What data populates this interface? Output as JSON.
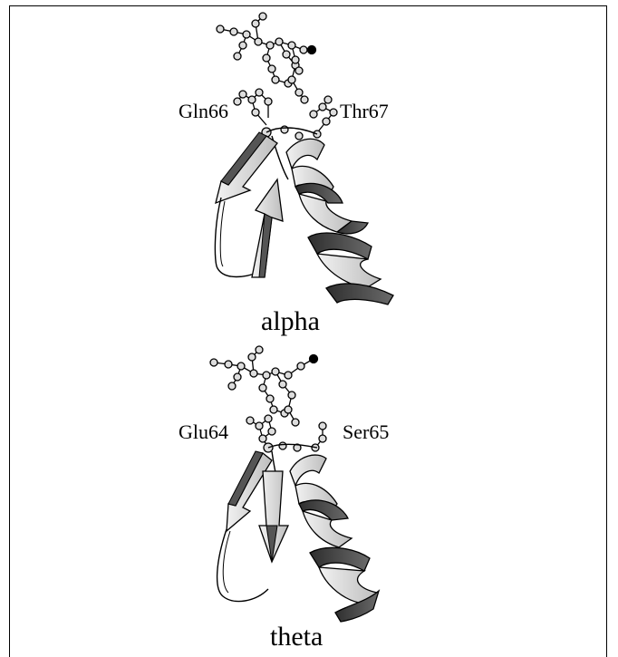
{
  "panels": [
    {
      "title": "alpha",
      "residues": [
        "Gln66",
        "Thr67"
      ]
    },
    {
      "title": "theta",
      "residues": [
        "Glu64",
        "Ser65"
      ]
    }
  ],
  "colors": {
    "ink": "#000000",
    "ribbon_light": "#d9d9d9",
    "ribbon_dark": "#4a4a4a",
    "background": "#ffffff"
  }
}
